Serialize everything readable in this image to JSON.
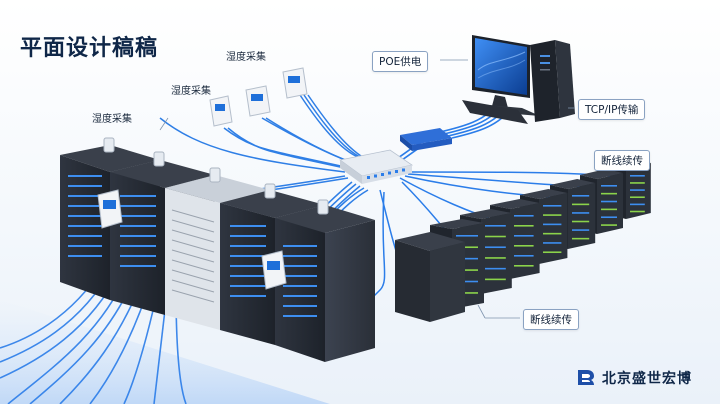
{
  "title": "平面设计稿稿",
  "labels": {
    "temp1": "湿度采集",
    "temp2": "湿度采集",
    "temp3": "湿度采集",
    "poe": "POE供电",
    "tcpip": "TCP/IP传输",
    "resume_top": "断线续传",
    "resume_bottom": "断线续传"
  },
  "brand": "北京盛世宏博",
  "colors": {
    "accent": "#1e6fd9",
    "cable": "#2b7de9",
    "rack": "#2a2f38",
    "title": "#0f2748"
  },
  "icons": [
    "humidity-sensor-icon",
    "network-switch-icon",
    "monitor-icon",
    "pc-tower-icon",
    "server-rack-icon",
    "brand-logo-icon"
  ]
}
